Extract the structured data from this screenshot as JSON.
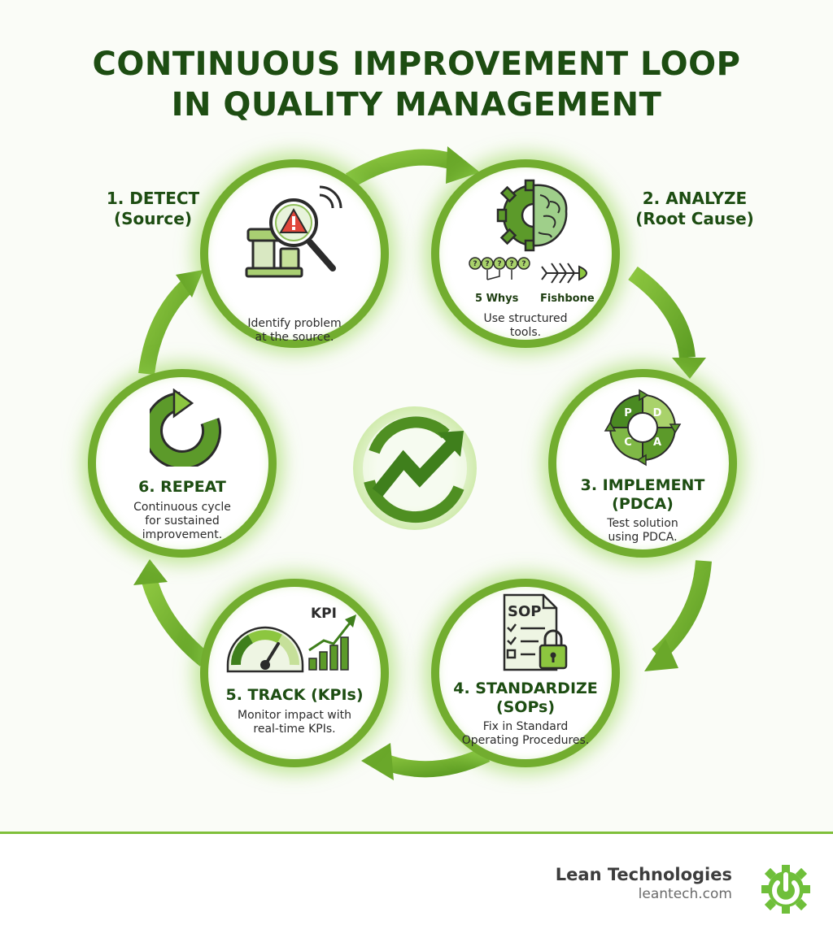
{
  "title": {
    "line1": "CONTINUOUS IMPROVEMENT LOOP",
    "line2": "IN QUALITY MANAGEMENT"
  },
  "steps": [
    {
      "label_line1": "1. DETECT",
      "label_line2": "(Source)",
      "desc_line1": "Identify problem",
      "desc_line2": "at the source.",
      "icon": "magnifier-alert-machine-icon"
    },
    {
      "label_line1": "2. ANALYZE",
      "label_line2": "(Root Cause)",
      "desc_line1": "Use structured",
      "desc_line2": "tools.",
      "icon": "gear-brain-icon",
      "tool1": "5 Whys",
      "tool2": "Fishbone"
    },
    {
      "label_line1": "3. IMPLEMENT",
      "label_line2": "(PDCA)",
      "desc_line1": "Test solution",
      "desc_line2": "using PDCA.",
      "icon": "pdca-cycle-icon",
      "pdca": [
        "P",
        "D",
        "C",
        "A"
      ]
    },
    {
      "label_line1": "4. STANDARDIZE",
      "label_line2": "(SOPs)",
      "desc_line1": "Fix in Standard",
      "desc_line2": "Operating Procedures.",
      "icon": "sop-document-lock-icon",
      "doc_text": "SOP"
    },
    {
      "label_line1": "5. TRACK (KPIs)",
      "desc_line1": "Monitor impact with",
      "desc_line2": "real-time KPIs.",
      "icon": "gauge-kpi-chart-icon",
      "chart_text": "KPI"
    },
    {
      "label_line1": "6. REPEAT",
      "desc_line1": "Continuous cycle",
      "desc_line2": "for sustained",
      "desc_line3": "improvement.",
      "icon": "refresh-arrow-icon"
    }
  ],
  "center_icon": "growth-arrow-icon",
  "brand": {
    "name": "Lean Technologies",
    "url": "leantech.com",
    "logo_icon": "gear-power-icon"
  },
  "colors": {
    "dark_green": "#1d4d12",
    "green": "#72ad2f",
    "light_green": "#9fd65a",
    "glow": "#b7e37d"
  }
}
